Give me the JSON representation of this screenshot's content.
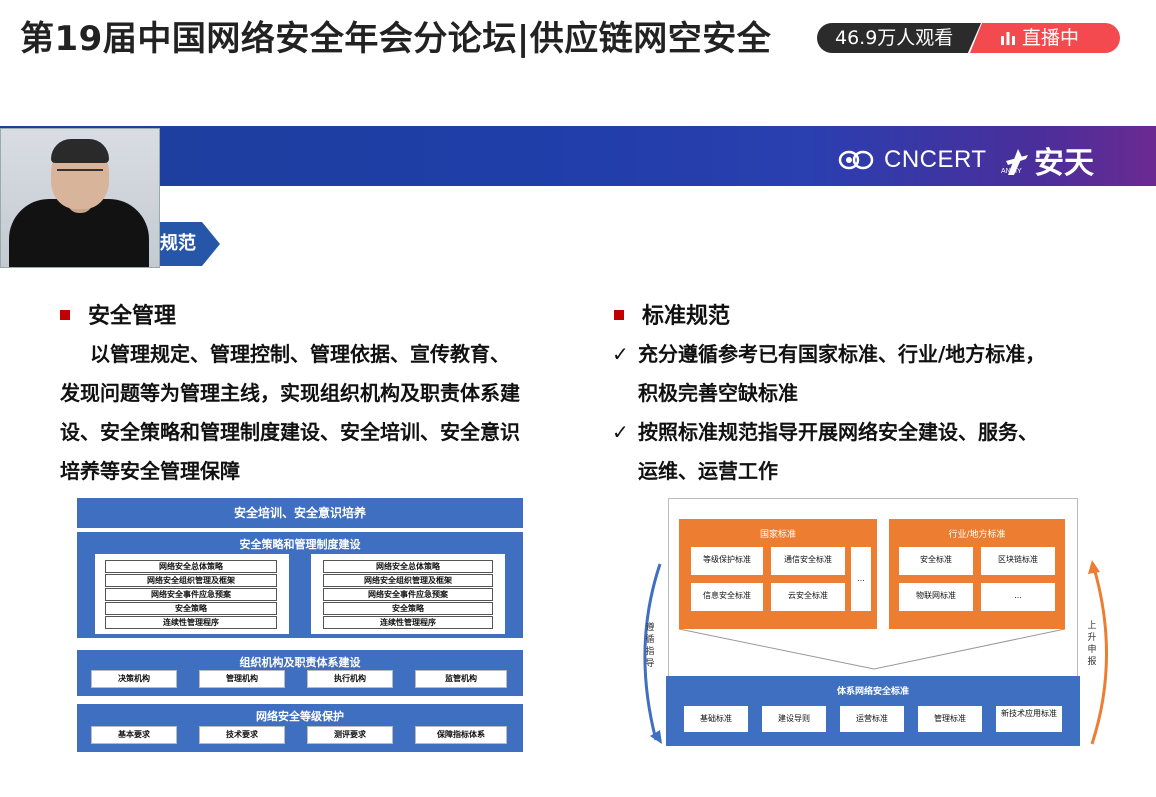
{
  "header": {
    "title": "第19届中国网络安全年会分论坛|供应链网空安全",
    "viewers": "46.9万人观看",
    "live_label": "直播中"
  },
  "slide": {
    "brand_cncert": "CNCERT",
    "brand_antiy": "安天",
    "brand_antiy_sub": "ANTIY",
    "section_tag": "规范",
    "left": {
      "heading": "安全管理",
      "paragraph_lines": [
        "以管理规定、管理控制、管理依据、宣传教育、",
        "发现问题等为管理主线，实现组织机构及职责体系建",
        "设、安全策略和管理制度建设、安全培训、安全意识",
        "培养等安全管理保障"
      ]
    },
    "right": {
      "heading": "标准规范",
      "bullets": [
        {
          "mark": "✓",
          "lines": [
            "充分遵循参考已有国家标准、行业/地方标准，",
            "积极完善空缺标准"
          ]
        },
        {
          "mark": "✓",
          "lines": [
            "按照标准规范指导开展网络安全建设、服务、",
            "运维、运营工作"
          ]
        }
      ]
    },
    "left_diagram": {
      "top_bar": "安全培训、安全意识培养",
      "policy_title": "安全策略和管理制度建设",
      "policy_left": [
        "网络安全总体策略",
        "网络安全组织管理及框架",
        "网络安全事件应急预案",
        "安全策略",
        "连续性管理程序"
      ],
      "policy_right": [
        "网络安全总体策略",
        "网络安全组织管理及框架",
        "网络安全事件应急预案",
        "安全策略",
        "连续性管理程序"
      ],
      "org_title": "组织机构及职责体系建设",
      "org_items": [
        "决策机构",
        "管理机构",
        "执行机构",
        "监管机构"
      ],
      "level_title": "网络安全等级保护",
      "level_items": [
        "基本要求",
        "技术要求",
        "测评要求",
        "保障指标体系"
      ]
    },
    "right_diagram": {
      "national_title": "国家标准",
      "national_items": [
        "等级保护标准",
        "通信安全标准",
        "信息安全标准",
        "云安全标准"
      ],
      "national_more": "...",
      "industry_title": "行业/地方标准",
      "industry_items": [
        "安全标准",
        "区块链标准",
        "物联网标准",
        "..."
      ],
      "left_side": [
        "遵",
        "循",
        "指",
        "导"
      ],
      "right_side": [
        "上",
        "升",
        "申",
        "报"
      ],
      "base_title": "体系网络安全标准",
      "base_items": [
        "基础标准",
        "建设导则",
        "运营标准",
        "管理标准",
        "新技术应用标准"
      ]
    }
  },
  "colors": {
    "live": "#f24a4f",
    "viewer_pill": "#2b2b2b",
    "banner": "#1f3ea8",
    "diagram_blue": "#3f6fc0",
    "diagram_orange": "#ed7d31",
    "heading_marker": "#c00000"
  }
}
